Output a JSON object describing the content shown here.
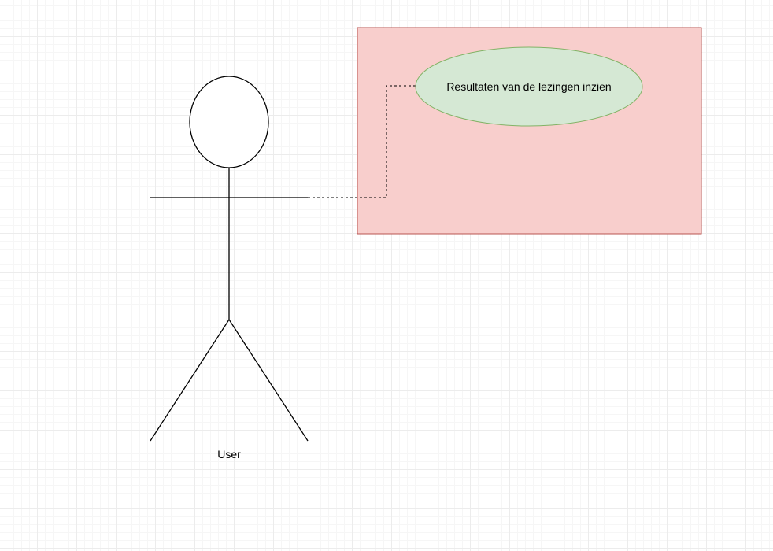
{
  "diagram": {
    "system_boundary": {
      "fill": "#f8cecc",
      "stroke": "#b85450"
    },
    "use_case": {
      "label": "Resultaten van de lezingen inzien",
      "fill": "#d5e8d4",
      "stroke": "#82b366"
    },
    "actor": {
      "label": "User",
      "stroke": "#000000"
    },
    "association": {
      "style": "dashed",
      "stroke": "#000000"
    }
  }
}
